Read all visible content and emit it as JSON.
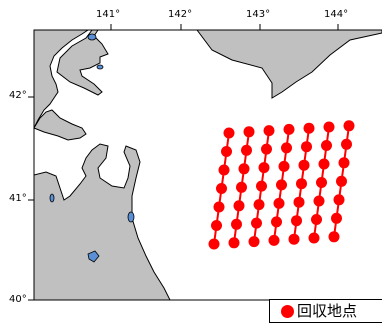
{
  "map": {
    "lon_ticks": [
      "141°",
      "142°",
      "143°",
      "144°"
    ],
    "lat_ticks": [
      "42°",
      "41°",
      "40°"
    ],
    "legend_label": "回収地点",
    "colors": {
      "sea": "#ffffff",
      "land": "#c0c0c0",
      "lake": "#5b8fd6",
      "recovery_point": "#ff0000",
      "graticule": "#000000"
    },
    "recovery_point_count": 49
  }
}
